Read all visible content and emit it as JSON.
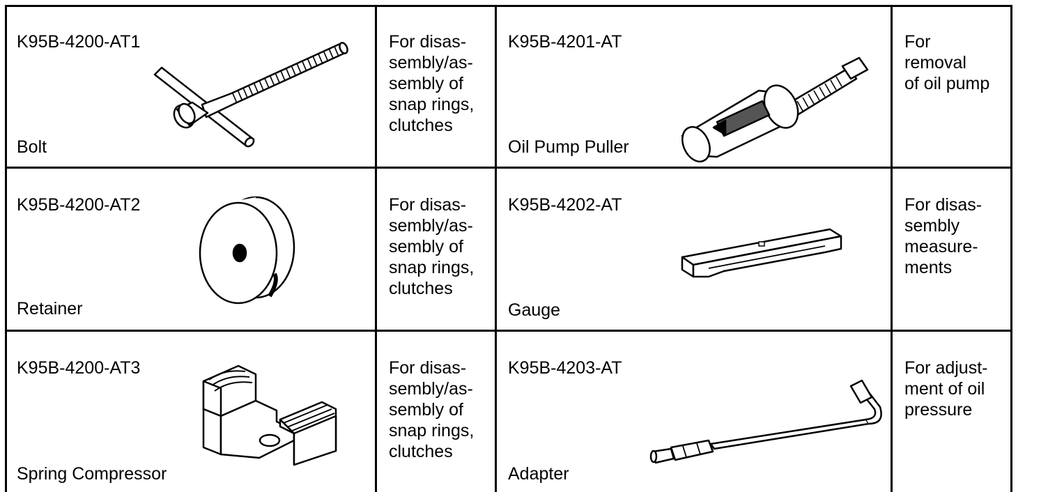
{
  "tools": [
    {
      "part_no": "K95B-4200-AT1",
      "name": "Bolt",
      "purpose": "For disas-\nsembly/as-\nsembly of\nsnap rings,\nclutches",
      "icon": "bolt-icon"
    },
    {
      "part_no": "K95B-4201-AT",
      "name": "Oil Pump Puller",
      "purpose": "For\nremoval\nof oil pump",
      "icon": "oil-pump-puller-icon"
    },
    {
      "part_no": "K95B-4200-AT2",
      "name": "Retainer",
      "purpose": "For disas-\nsembly/as-\nsembly of\nsnap rings,\nclutches",
      "icon": "retainer-icon"
    },
    {
      "part_no": "K95B-4202-AT",
      "name": "Gauge",
      "purpose": "For disas-\nsembly\nmeasure-\nments",
      "icon": "gauge-icon"
    },
    {
      "part_no": "K95B-4200-AT3",
      "name": "Spring Compressor",
      "purpose": "For disas-\nsembly/as-\nsembly of\nsnap rings,\nclutches",
      "icon": "spring-compressor-icon"
    },
    {
      "part_no": "K95B-4203-AT",
      "name": "Adapter",
      "purpose": "For adjust-\nment of oil\npressure",
      "icon": "adapter-icon"
    }
  ]
}
